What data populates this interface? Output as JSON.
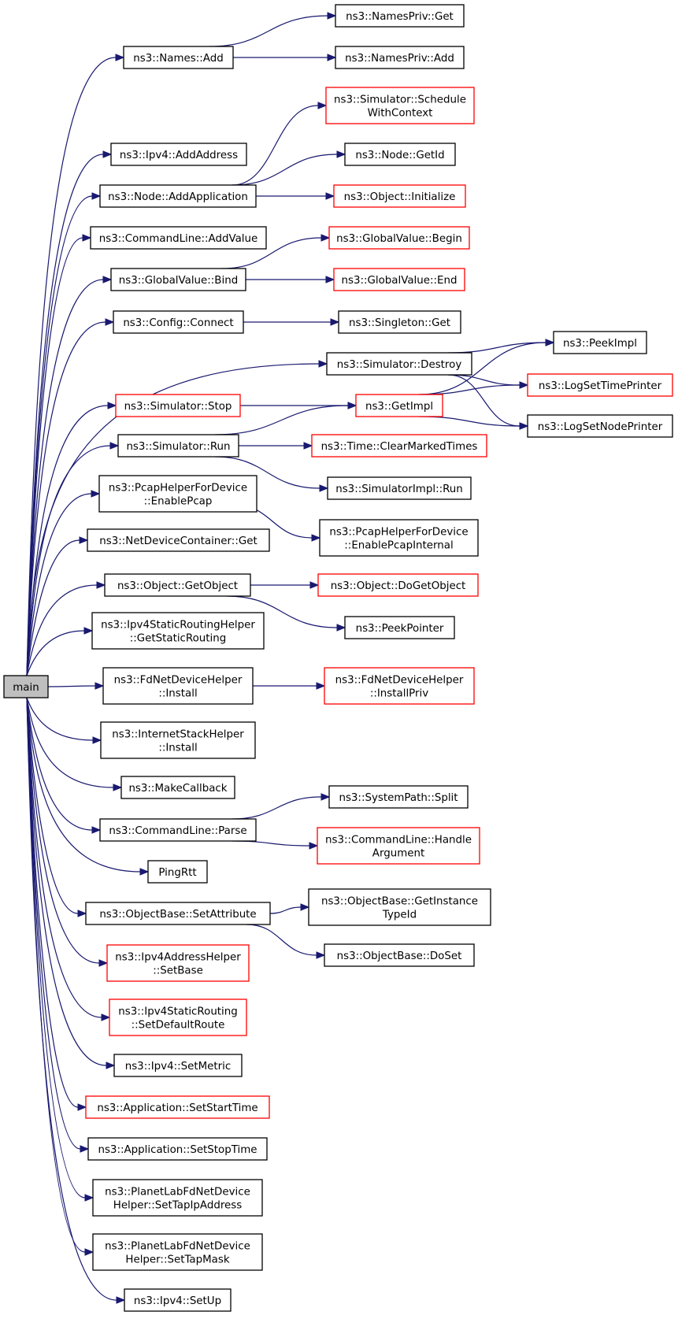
{
  "colors": {
    "edge": "#191970",
    "border_documented": "#000000",
    "border_undocumented": "#ff0000",
    "root_fill": "#bfbfbf",
    "node_fill": "#ffffff"
  },
  "nodes": [
    {
      "id": "main",
      "lines": [
        "main"
      ],
      "style": "root"
    },
    {
      "id": "names_add",
      "lines": [
        "ns3::Names::Add"
      ],
      "style": "black"
    },
    {
      "id": "namespriv_get",
      "lines": [
        "ns3::NamesPriv::Get"
      ],
      "style": "black"
    },
    {
      "id": "namespriv_add",
      "lines": [
        "ns3::NamesPriv::Add"
      ],
      "style": "black"
    },
    {
      "id": "sched_ctx",
      "lines": [
        "ns3::Simulator::Schedule",
        "WithContext"
      ],
      "style": "red"
    },
    {
      "id": "ipv4_addaddress",
      "lines": [
        "ns3::Ipv4::AddAddress"
      ],
      "style": "black"
    },
    {
      "id": "node_getid",
      "lines": [
        "ns3::Node::GetId"
      ],
      "style": "black"
    },
    {
      "id": "node_addapp",
      "lines": [
        "ns3::Node::AddApplication"
      ],
      "style": "black"
    },
    {
      "id": "obj_init",
      "lines": [
        "ns3::Object::Initialize"
      ],
      "style": "red"
    },
    {
      "id": "cmd_addvalue",
      "lines": [
        "ns3::CommandLine::AddValue"
      ],
      "style": "black"
    },
    {
      "id": "gv_begin",
      "lines": [
        "ns3::GlobalValue::Begin"
      ],
      "style": "red"
    },
    {
      "id": "gv_bind",
      "lines": [
        "ns3::GlobalValue::Bind"
      ],
      "style": "black"
    },
    {
      "id": "gv_end",
      "lines": [
        "ns3::GlobalValue::End"
      ],
      "style": "red"
    },
    {
      "id": "config_connect",
      "lines": [
        "ns3::Config::Connect"
      ],
      "style": "black"
    },
    {
      "id": "singleton_get",
      "lines": [
        "ns3::Singleton::Get"
      ],
      "style": "black"
    },
    {
      "id": "sim_destroy",
      "lines": [
        "ns3::Simulator::Destroy"
      ],
      "style": "black"
    },
    {
      "id": "peekimpl",
      "lines": [
        "ns3::PeekImpl"
      ],
      "style": "black"
    },
    {
      "id": "logsettime",
      "lines": [
        "ns3::LogSetTimePrinter"
      ],
      "style": "red"
    },
    {
      "id": "sim_stop",
      "lines": [
        "ns3::Simulator::Stop"
      ],
      "style": "red"
    },
    {
      "id": "getimpl",
      "lines": [
        "ns3::GetImpl"
      ],
      "style": "red"
    },
    {
      "id": "logsetnode",
      "lines": [
        "ns3::LogSetNodePrinter"
      ],
      "style": "black"
    },
    {
      "id": "sim_run",
      "lines": [
        "ns3::Simulator::Run"
      ],
      "style": "black"
    },
    {
      "id": "time_clear",
      "lines": [
        "ns3::Time::ClearMarkedTimes"
      ],
      "style": "red"
    },
    {
      "id": "simimpl_run",
      "lines": [
        "ns3::SimulatorImpl::Run"
      ],
      "style": "black"
    },
    {
      "id": "pcap_enable",
      "lines": [
        "ns3::PcapHelperForDevice",
        "::EnablePcap"
      ],
      "style": "black"
    },
    {
      "id": "pcap_internal",
      "lines": [
        "ns3::PcapHelperForDevice",
        "::EnablePcapInternal"
      ],
      "style": "black"
    },
    {
      "id": "ndc_get",
      "lines": [
        "ns3::NetDeviceContainer::Get"
      ],
      "style": "black"
    },
    {
      "id": "obj_getobject",
      "lines": [
        "ns3::Object::GetObject"
      ],
      "style": "black"
    },
    {
      "id": "obj_dogetobject",
      "lines": [
        "ns3::Object::DoGetObject"
      ],
      "style": "red"
    },
    {
      "id": "peekpointer",
      "lines": [
        "ns3::PeekPointer"
      ],
      "style": "black"
    },
    {
      "id": "ipv4srh_get",
      "lines": [
        "ns3::Ipv4StaticRoutingHelper",
        "::GetStaticRouting"
      ],
      "style": "black"
    },
    {
      "id": "fdnet_install",
      "lines": [
        "ns3::FdNetDeviceHelper",
        "::Install"
      ],
      "style": "black"
    },
    {
      "id": "fdnet_installpriv",
      "lines": [
        "ns3::FdNetDeviceHelper",
        "::InstallPriv"
      ],
      "style": "red"
    },
    {
      "id": "ish_install",
      "lines": [
        "ns3::InternetStackHelper",
        "::Install"
      ],
      "style": "black"
    },
    {
      "id": "makecallback",
      "lines": [
        "ns3::MakeCallback"
      ],
      "style": "black"
    },
    {
      "id": "syspath_split",
      "lines": [
        "ns3::SystemPath::Split"
      ],
      "style": "black"
    },
    {
      "id": "cmd_parse",
      "lines": [
        "ns3::CommandLine::Parse"
      ],
      "style": "black"
    },
    {
      "id": "cmd_handle",
      "lines": [
        "ns3::CommandLine::Handle",
        "Argument"
      ],
      "style": "red"
    },
    {
      "id": "pingrtt",
      "lines": [
        "PingRtt"
      ],
      "style": "black"
    },
    {
      "id": "ob_gettype",
      "lines": [
        "ns3::ObjectBase::GetInstance",
        "TypeId"
      ],
      "style": "black"
    },
    {
      "id": "ob_setattr",
      "lines": [
        "ns3::ObjectBase::SetAttribute"
      ],
      "style": "black"
    },
    {
      "id": "ob_doset",
      "lines": [
        "ns3::ObjectBase::DoSet"
      ],
      "style": "black"
    },
    {
      "id": "ipv4ah_setbase",
      "lines": [
        "ns3::Ipv4AddressHelper",
        "::SetBase"
      ],
      "style": "red"
    },
    {
      "id": "ipv4sr_default",
      "lines": [
        "ns3::Ipv4StaticRouting",
        "::SetDefaultRoute"
      ],
      "style": "red"
    },
    {
      "id": "ipv4_setmetric",
      "lines": [
        "ns3::Ipv4::SetMetric"
      ],
      "style": "black"
    },
    {
      "id": "app_start",
      "lines": [
        "ns3::Application::SetStartTime"
      ],
      "style": "red"
    },
    {
      "id": "app_stop",
      "lines": [
        "ns3::Application::SetStopTime"
      ],
      "style": "black"
    },
    {
      "id": "pl_tapip",
      "lines": [
        "ns3::PlanetLabFdNetDevice",
        "Helper::SetTapIpAddress"
      ],
      "style": "black"
    },
    {
      "id": "pl_tapmask",
      "lines": [
        "ns3::PlanetLabFdNetDevice",
        "Helper::SetTapMask"
      ],
      "style": "black"
    },
    {
      "id": "ipv4_setup",
      "lines": [
        "ns3::Ipv4::SetUp"
      ],
      "style": "black"
    }
  ],
  "edges": [
    [
      "main",
      "names_add"
    ],
    [
      "main",
      "ipv4_addaddress"
    ],
    [
      "main",
      "node_addapp"
    ],
    [
      "main",
      "cmd_addvalue"
    ],
    [
      "main",
      "gv_bind"
    ],
    [
      "main",
      "config_connect"
    ],
    [
      "main",
      "sim_destroy"
    ],
    [
      "main",
      "sim_stop"
    ],
    [
      "main",
      "sim_run"
    ],
    [
      "main",
      "pcap_enable"
    ],
    [
      "main",
      "ndc_get"
    ],
    [
      "main",
      "obj_getobject"
    ],
    [
      "main",
      "ipv4srh_get"
    ],
    [
      "main",
      "fdnet_install"
    ],
    [
      "main",
      "ish_install"
    ],
    [
      "main",
      "makecallback"
    ],
    [
      "main",
      "cmd_parse"
    ],
    [
      "main",
      "pingrtt"
    ],
    [
      "main",
      "ob_setattr"
    ],
    [
      "main",
      "ipv4ah_setbase"
    ],
    [
      "main",
      "ipv4sr_default"
    ],
    [
      "main",
      "ipv4_setmetric"
    ],
    [
      "main",
      "app_start"
    ],
    [
      "main",
      "app_stop"
    ],
    [
      "main",
      "pl_tapip"
    ],
    [
      "main",
      "pl_tapmask"
    ],
    [
      "main",
      "ipv4_setup"
    ],
    [
      "names_add",
      "namespriv_get"
    ],
    [
      "names_add",
      "namespriv_add"
    ],
    [
      "node_addapp",
      "sched_ctx"
    ],
    [
      "node_addapp",
      "node_getid"
    ],
    [
      "node_addapp",
      "obj_init"
    ],
    [
      "gv_bind",
      "gv_begin"
    ],
    [
      "gv_bind",
      "gv_end"
    ],
    [
      "config_connect",
      "singleton_get"
    ],
    [
      "sim_destroy",
      "peekimpl"
    ],
    [
      "sim_destroy",
      "logsettime"
    ],
    [
      "sim_destroy",
      "logsetnode"
    ],
    [
      "sim_stop",
      "getimpl"
    ],
    [
      "getimpl",
      "peekimpl"
    ],
    [
      "getimpl",
      "logsettime"
    ],
    [
      "getimpl",
      "logsetnode"
    ],
    [
      "sim_run",
      "getimpl"
    ],
    [
      "sim_run",
      "time_clear"
    ],
    [
      "sim_run",
      "simimpl_run"
    ],
    [
      "pcap_enable",
      "pcap_internal"
    ],
    [
      "obj_getobject",
      "obj_dogetobject"
    ],
    [
      "obj_getobject",
      "peekpointer"
    ],
    [
      "fdnet_install",
      "fdnet_installpriv"
    ],
    [
      "cmd_parse",
      "syspath_split"
    ],
    [
      "cmd_parse",
      "cmd_handle"
    ],
    [
      "ob_setattr",
      "ob_gettype"
    ],
    [
      "ob_setattr",
      "ob_doset"
    ]
  ]
}
